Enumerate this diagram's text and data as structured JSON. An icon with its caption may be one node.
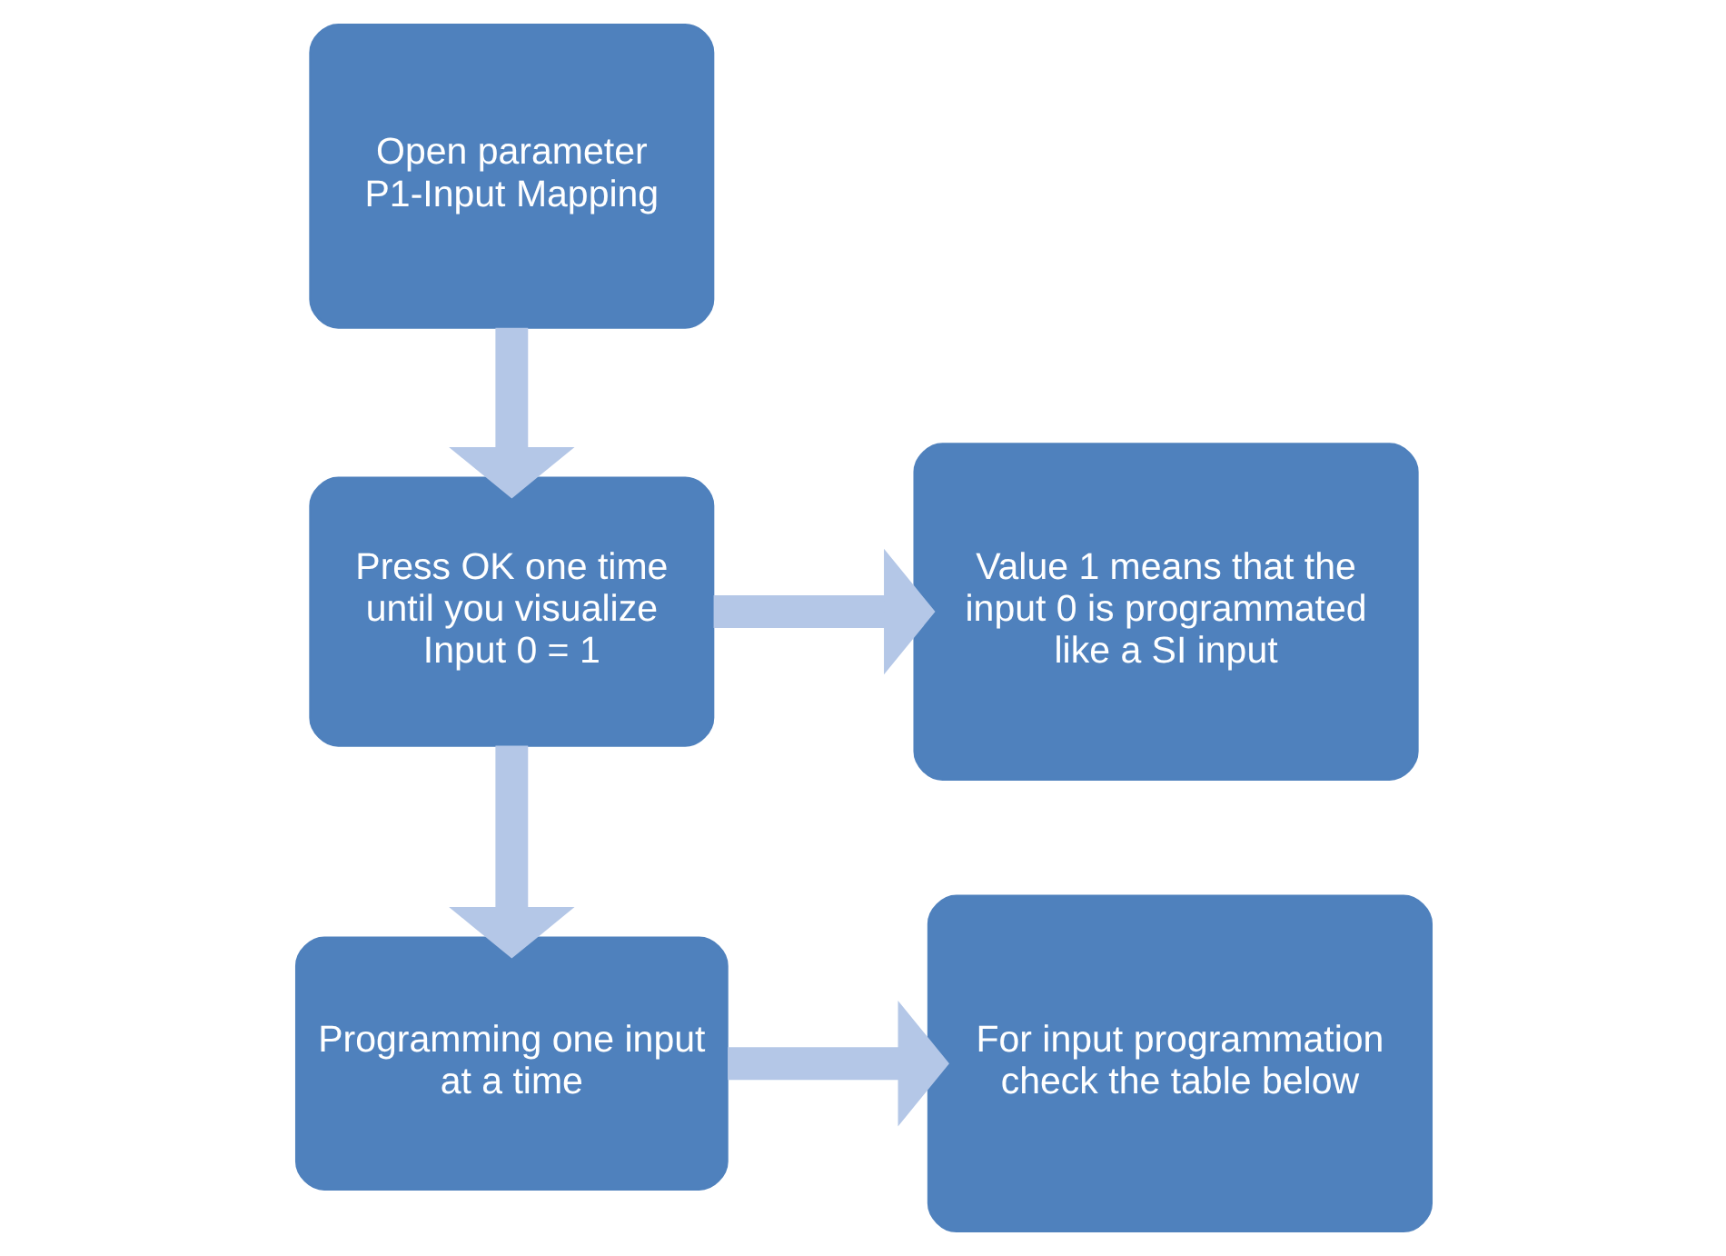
{
  "diagram": {
    "nodes": [
      {
        "text": [
          "Open parameter P1-Input Mapping"
        ]
      },
      {
        "text": [
          "Press OK one time until you visualize Input 0 = 1"
        ]
      },
      {
        "text": [
          "Programming one input at a time"
        ]
      },
      {
        "text": [
          "Value 1 means that the input 0 is programmated like a SI input"
        ]
      },
      {
        "text": [
          "For input programmation check the table below"
        ]
      }
    ],
    "edges": [
      {
        "from": 0,
        "to": 1,
        "arrow": "to"
      },
      {
        "from": 1,
        "to": 2,
        "arrow": "to"
      },
      {
        "from": 1,
        "to": 3,
        "arrow": "to"
      },
      {
        "from": 2,
        "to": 4,
        "arrow": "to"
      }
    ]
  }
}
